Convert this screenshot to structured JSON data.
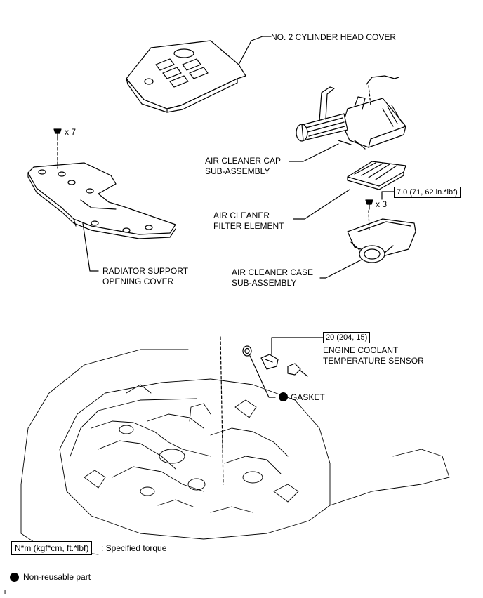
{
  "parts": {
    "head_cover": "NO. 2 CYLINDER HEAD COVER",
    "cap_line1": "AIR CLEANER CAP",
    "cap_line2": "SUB-ASSEMBLY",
    "filter_line1": "AIR CLEANER",
    "filter_line2": "FILTER ELEMENT",
    "case_line1": "AIR CLEANER CASE",
    "case_line2": "SUB-ASSEMBLY",
    "radiator_line1": "RADIATOR SUPPORT",
    "radiator_line2": "OPENING COVER",
    "ects_line1": "ENGINE COOLANT",
    "ects_line2": "TEMPERATURE SENSOR",
    "gasket": "GASKET"
  },
  "quantities": {
    "clips": "x 7",
    "bolts": "x 3"
  },
  "torques": {
    "case_bolts": "7.0 (71, 62 in.*lbf)",
    "sensor": "20 (204, 15)"
  },
  "legend": {
    "torque_unit": "N*m (kgf*cm, ft.*lbf)",
    "torque_desc": ": Specified torque",
    "nonreusable_desc": "Non-reusable part"
  },
  "footer": {
    "code": "T"
  }
}
